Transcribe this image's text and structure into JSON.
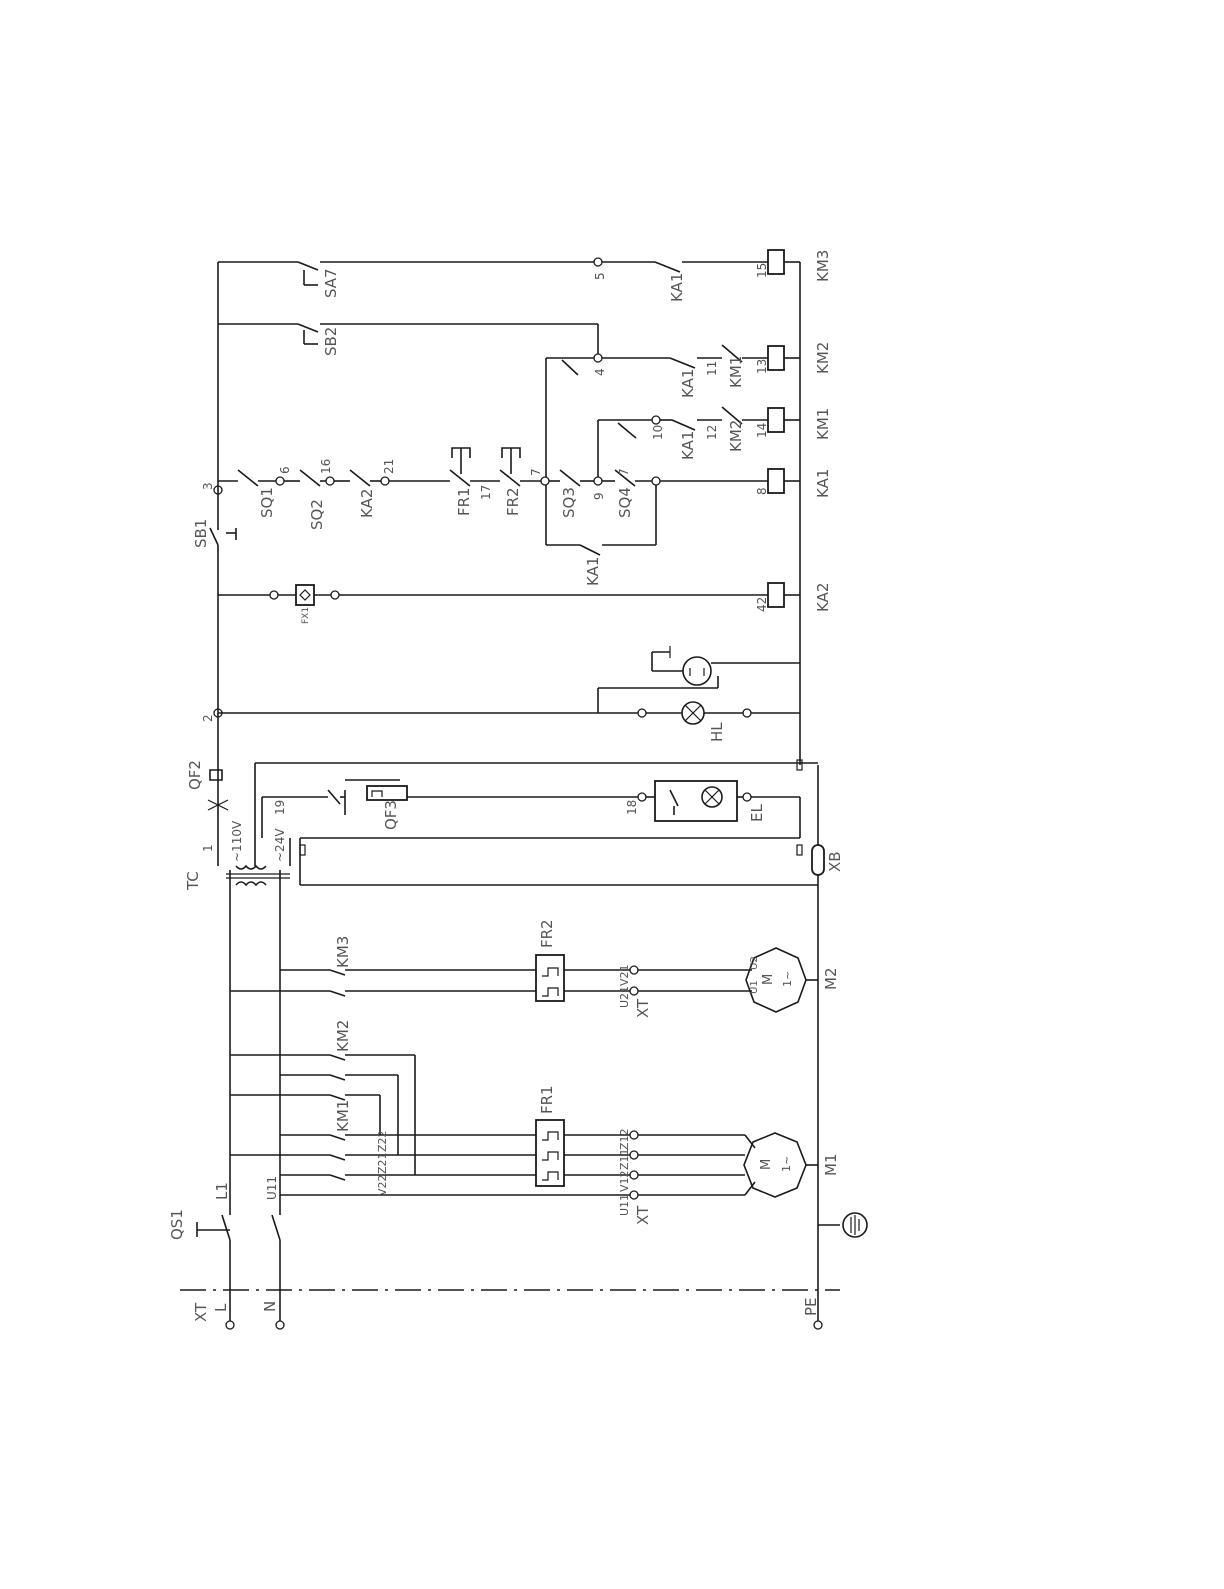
{
  "diagram": {
    "terminals": {
      "xt_main": "XT",
      "line": "L",
      "neutral": "N",
      "pe": "PE",
      "l1": "L1",
      "u11": "U11",
      "xt_m1": "XT",
      "xt_m2": "XT",
      "xb": "XB"
    },
    "devices": {
      "qs1": "QS1",
      "tc": "TC",
      "qf2": "QF2",
      "qf3": "QF3",
      "sb1": "SB1",
      "sb2": "SB2",
      "sa7": "SA7",
      "sq1": "SQ1",
      "sq2": "SQ2",
      "sq3": "SQ3",
      "sq4": "SQ4",
      "fr1": "FR1",
      "fr2": "FR2",
      "ka2_contact": "KA2",
      "ka1_bottom": "KA1",
      "ka1_a": "KA1",
      "ka1_b": "KA1",
      "ka1_c": "KA1",
      "km1_contact": "KM1",
      "km2_contact": "KM2",
      "fx1": "FX1",
      "hl": "HL",
      "el": "EL",
      "km1_main": "KM1",
      "km2_main": "KM2",
      "km3_main": "KM3",
      "fr1_heater": "FR1",
      "fr2_heater": "FR2",
      "m1": "M1",
      "m2": "M2",
      "motor_m": "M",
      "motor_phase": "1~"
    },
    "coils": {
      "km3": "KM3",
      "km2": "KM2",
      "km1": "KM1",
      "ka1": "KA1",
      "ka2": "KA2"
    },
    "voltages": {
      "v110": "~110V",
      "v24": "~24V"
    },
    "nodes": {
      "n1": "1",
      "n2": "2",
      "n3": "3",
      "n4": "4",
      "n5": "5",
      "n6": "6",
      "n7": "7",
      "n8": "8",
      "n9": "9",
      "n10": "10",
      "n11": "11",
      "n12": "12",
      "n13": "13",
      "n14": "14",
      "n15": "15",
      "n16": "16",
      "n17": "17",
      "n18": "18",
      "n19": "19",
      "n21": "21",
      "n42": "42"
    },
    "motor_terminals": {
      "u11": "U11",
      "v12": "V12",
      "z11": "Z11",
      "z12": "Z12",
      "v22": "V22",
      "z21": "Z21",
      "z22": "Z22",
      "u21": "U21",
      "v21": "V21",
      "m2_u1": "U1",
      "m2_u2": "U2"
    }
  }
}
